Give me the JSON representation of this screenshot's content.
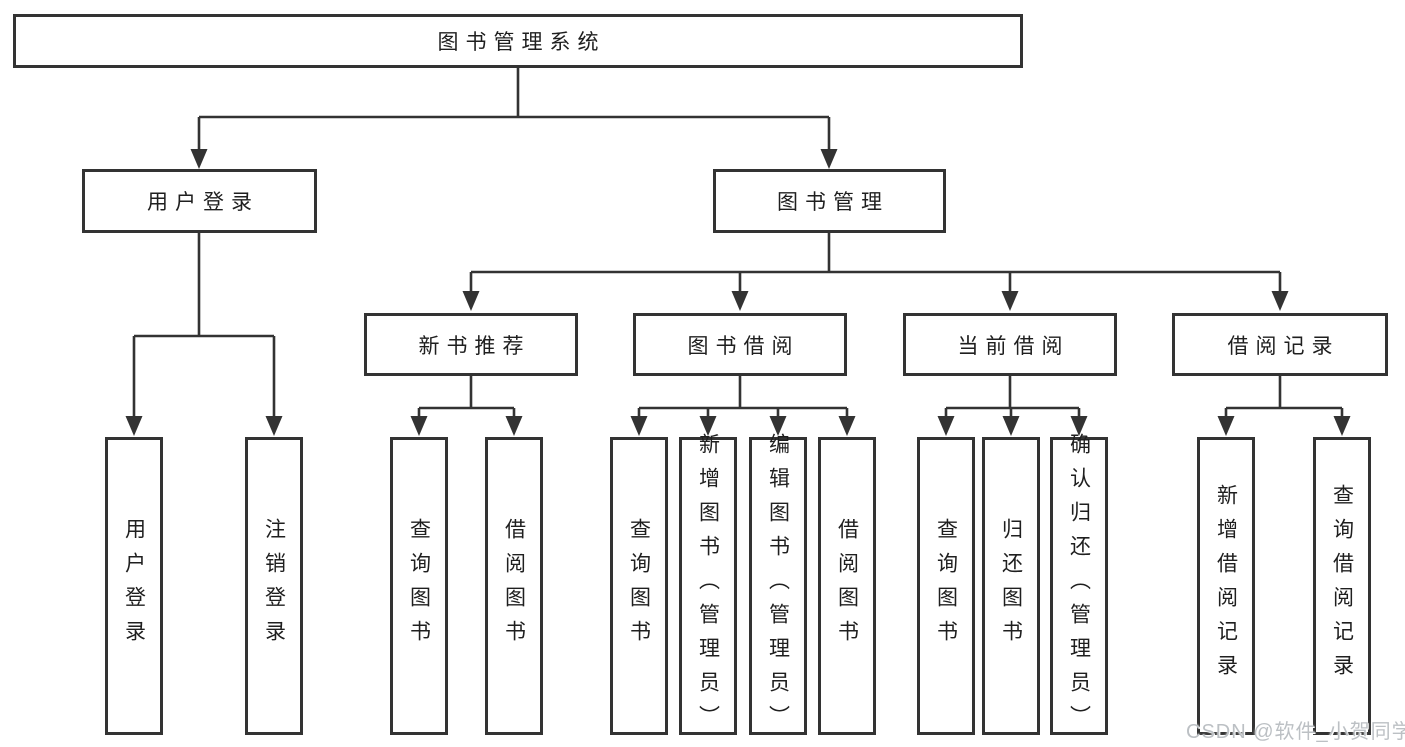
{
  "colors": {
    "line": "#333333",
    "box_border": "#333333",
    "text": "#1f1f1f",
    "background": "#ffffff",
    "watermark": "#bcc0c4"
  },
  "diagram": {
    "root": {
      "label": "图书管理系统"
    },
    "branches": {
      "user_login": {
        "label": "用户登录",
        "children": {
          "login": {
            "label": "用户登录"
          },
          "logout": {
            "label": "注销登录"
          }
        }
      },
      "book_mgmt": {
        "label": "图书管理",
        "children": {
          "recommend": {
            "label": "新书推荐",
            "children": {
              "query": {
                "label": "查询图书"
              },
              "borrow": {
                "label": "借阅图书"
              }
            }
          },
          "borrow": {
            "label": "图书借阅",
            "children": {
              "query": {
                "label": "查询图书"
              },
              "add": {
                "label": "新增图书（管理员）"
              },
              "edit": {
                "label": "编辑图书（管理员）"
              },
              "borrow": {
                "label": "借阅图书"
              }
            }
          },
          "current": {
            "label": "当前借阅",
            "children": {
              "query": {
                "label": "查询图书"
              },
              "return": {
                "label": "归还图书"
              },
              "confirm": {
                "label": "确认归还（管理员）"
              }
            }
          },
          "records": {
            "label": "借阅记录",
            "children": {
              "add": {
                "label": "新增借阅记录"
              },
              "query": {
                "label": "查询借阅记录"
              }
            }
          }
        }
      }
    }
  },
  "watermark": {
    "text": "CSDN @软件_小贺同学"
  }
}
